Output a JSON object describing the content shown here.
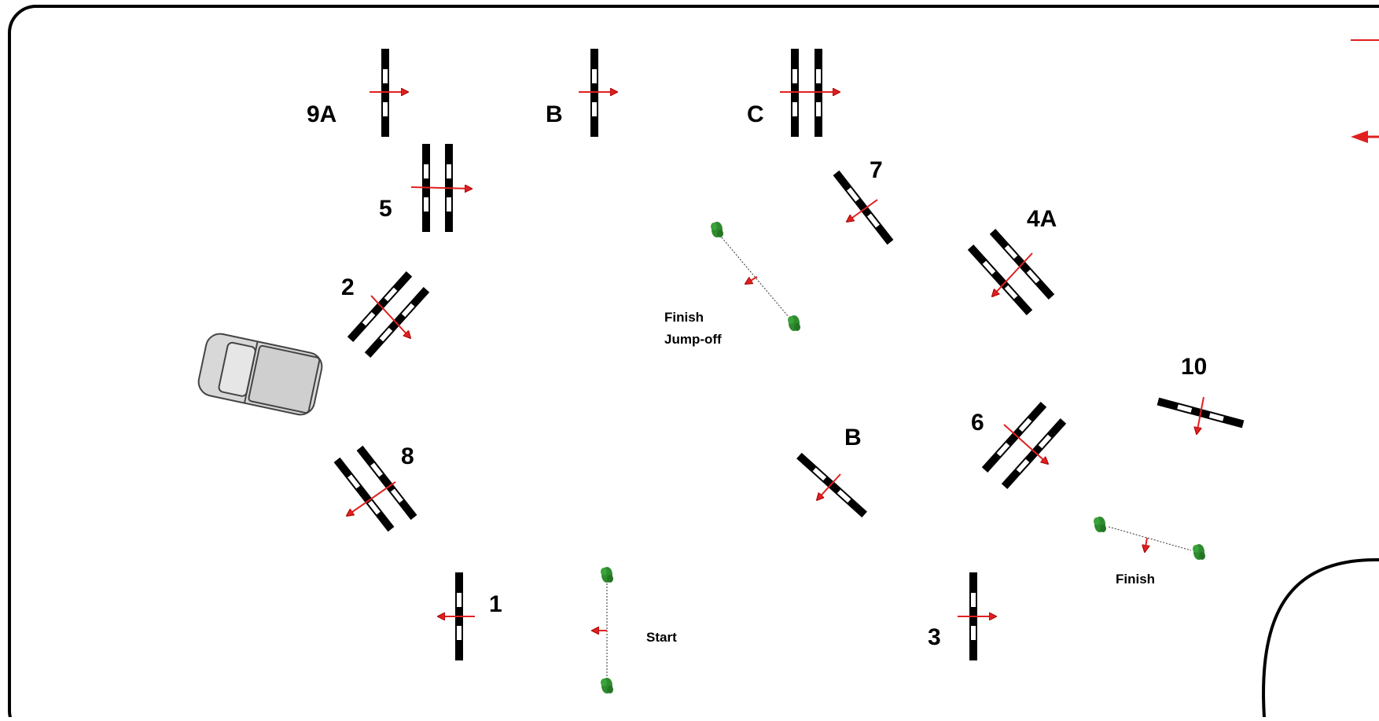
{
  "course": {
    "jump_labels": [
      {
        "id": "9A",
        "text": "9A"
      },
      {
        "id": "9B",
        "text": "B"
      },
      {
        "id": "9C",
        "text": "C"
      },
      {
        "id": "5",
        "text": "5"
      },
      {
        "id": "7",
        "text": "7"
      },
      {
        "id": "4A",
        "text": "4A"
      },
      {
        "id": "2",
        "text": "2"
      },
      {
        "id": "10",
        "text": "10"
      },
      {
        "id": "6",
        "text": "6"
      },
      {
        "id": "8",
        "text": "8"
      },
      {
        "id": "4B",
        "text": "B"
      },
      {
        "id": "1",
        "text": "1"
      },
      {
        "id": "3",
        "text": "3"
      }
    ],
    "markers": {
      "start": "Start",
      "finish": "Finish",
      "finish_jumpoff_line1": "Finish",
      "finish_jumpoff_line2": "Jump-off"
    },
    "colors": {
      "rail": "#000000",
      "direction_arrow": "#e02020",
      "flag_plant": "#2e8b2e",
      "vehicle": "#d8d8d8"
    }
  }
}
